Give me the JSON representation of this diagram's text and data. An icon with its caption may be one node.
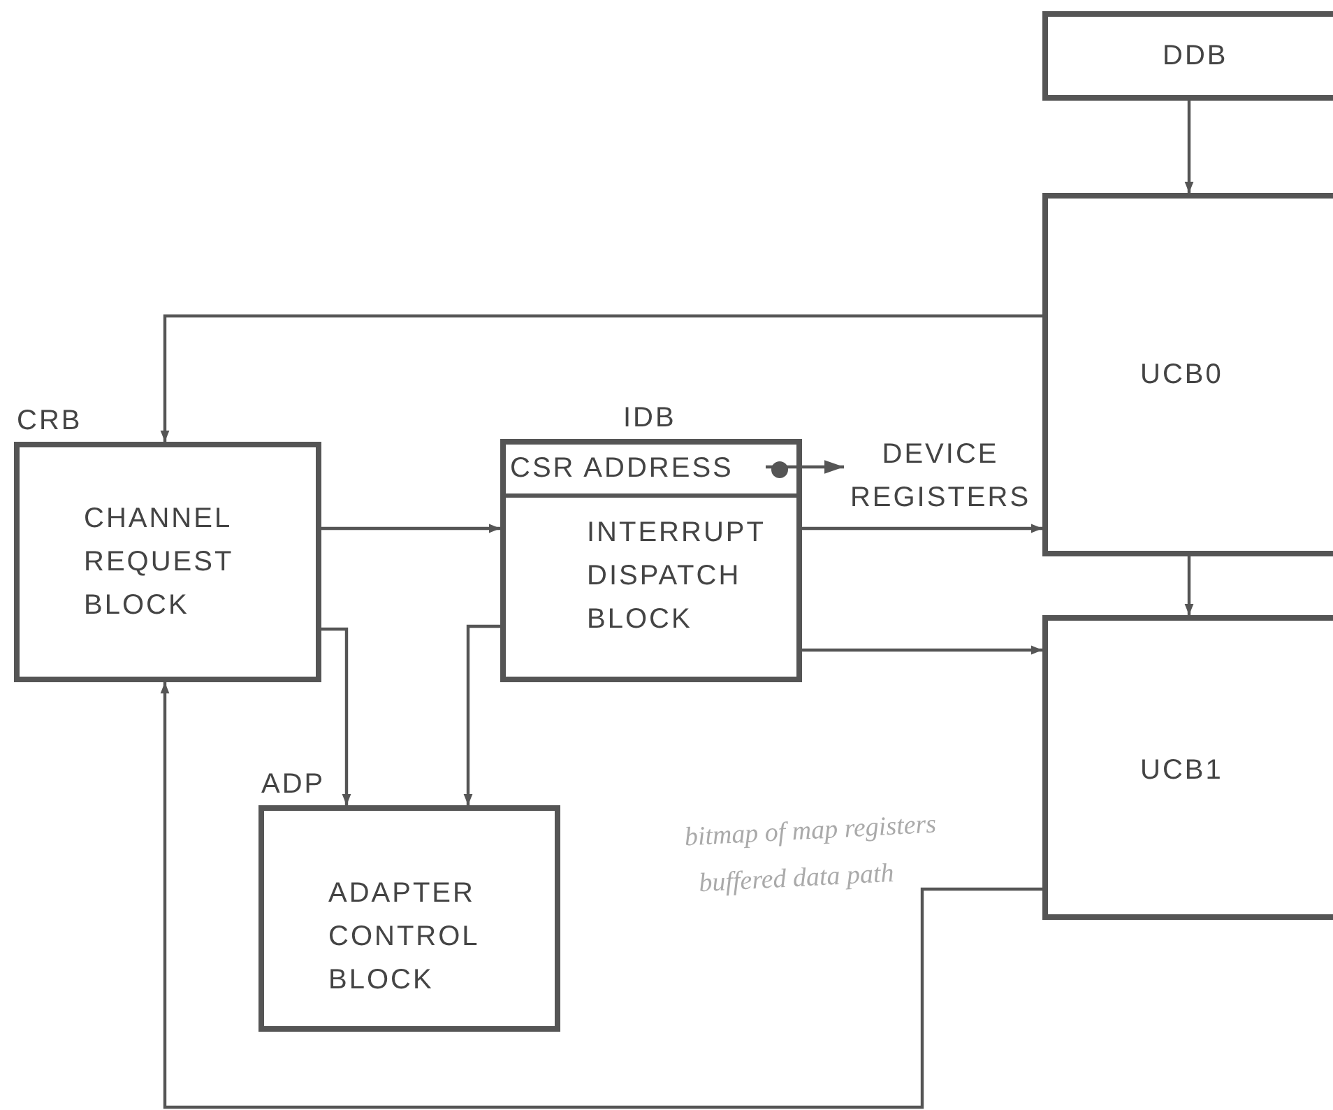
{
  "diagram": {
    "nodes": [
      {
        "text": [
          "DDB"
        ]
      },
      {
        "text": [
          "UCB0"
        ]
      },
      {
        "text": [
          "CRB",
          "CHANNEL REQUEST BLOCK"
        ]
      },
      {
        "text": [
          "IDB"
        ]
      },
      {
        "text": [
          "CSR ADDRESS"
        ],
        "in": 3
      },
      {
        "text": [
          "INTERRUPT DISPATCH BLOCK"
        ],
        "in": 3
      },
      {
        "text": [
          "DEVICE REGISTERS"
        ]
      },
      {
        "text": [
          "UCB1"
        ]
      },
      {
        "text": [
          "ADP",
          "ADAPTER CONTROL BLOCK"
        ]
      }
    ],
    "edges": [
      {
        "from": 0,
        "to": 1,
        "arrow": "to"
      },
      {
        "from": 1,
        "to": 2,
        "arrow": "to"
      },
      {
        "from": 2,
        "to": 3,
        "arrow": "to"
      },
      {
        "from": 2,
        "to": 8,
        "arrow": "to"
      },
      {
        "from": 3,
        "to": 8,
        "arrow": "to"
      },
      {
        "from": 4,
        "to": 6,
        "arrow": "to"
      },
      {
        "from": 3,
        "to": 1,
        "arrow": "to"
      },
      {
        "from": 3,
        "to": 7,
        "arrow": "to"
      },
      {
        "from": 1,
        "to": 7,
        "arrow": "to"
      },
      {
        "from": 7,
        "to": 2,
        "arrow": "to"
      }
    ],
    "labels": [
      "bitmap of map registers",
      "buffered data path"
    ]
  }
}
